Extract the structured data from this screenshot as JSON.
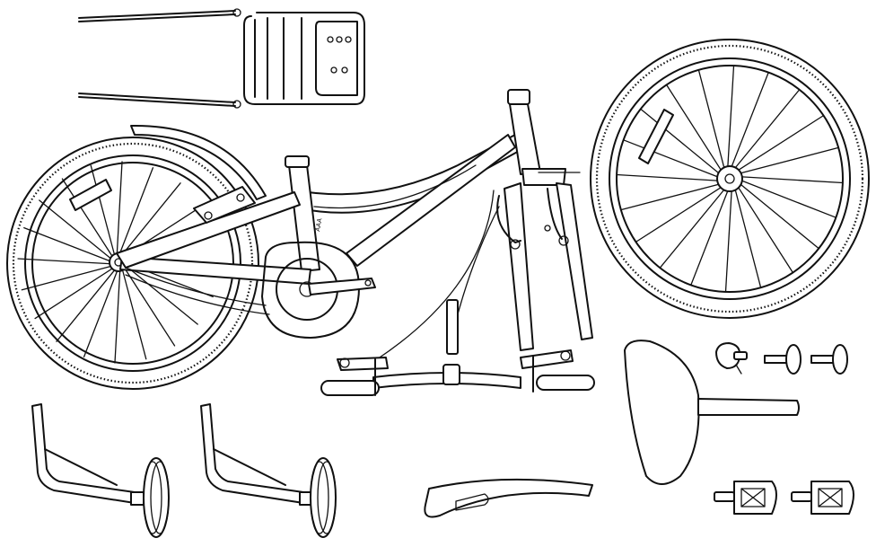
{
  "diagram": {
    "frame_decal": "AAA",
    "colors": {
      "line": "#111111",
      "background": "#ffffff"
    },
    "parts": [
      {
        "id": "rear-rack",
        "icon": "rack"
      },
      {
        "id": "rear-wheel",
        "icon": "wheel"
      },
      {
        "id": "rear-fender",
        "icon": "fender"
      },
      {
        "id": "bike-frame",
        "icon": "frame"
      },
      {
        "id": "chain-guard",
        "icon": "chainguard"
      },
      {
        "id": "front-fork",
        "icon": "fork"
      },
      {
        "id": "front-wheel",
        "icon": "wheel"
      },
      {
        "id": "handlebar",
        "icon": "handlebar"
      },
      {
        "id": "front-fender",
        "icon": "fender"
      },
      {
        "id": "saddle",
        "icon": "saddle"
      },
      {
        "id": "bell",
        "icon": "bell"
      },
      {
        "id": "reflector-1",
        "icon": "reflector"
      },
      {
        "id": "reflector-2",
        "icon": "reflector"
      },
      {
        "id": "training-wheel-left",
        "icon": "training-wheel"
      },
      {
        "id": "training-wheel-right",
        "icon": "training-wheel"
      },
      {
        "id": "pedal-left",
        "icon": "pedal"
      },
      {
        "id": "pedal-right",
        "icon": "pedal"
      }
    ]
  }
}
